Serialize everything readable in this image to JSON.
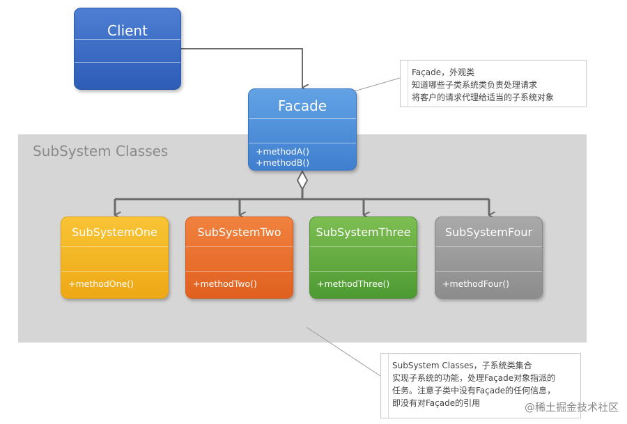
{
  "area": {
    "title": "SubSystem Classes"
  },
  "client": {
    "name": "Client"
  },
  "facade": {
    "name": "Facade",
    "methods": [
      "+methodA()",
      "+methodB()"
    ]
  },
  "subsystems": [
    {
      "name": "SubSystemOne",
      "method": "+methodOne()",
      "color": "#f2b623"
    },
    {
      "name": "SubSystemTwo",
      "method": "+methodTwo()",
      "color": "#ea7230"
    },
    {
      "name": "SubSystemThree",
      "method": "+methodThree()",
      "color": "#63ad41"
    },
    {
      "name": "SubSystemFour",
      "method": "+methodFour()",
      "color": "#999999"
    }
  ],
  "notes": {
    "facade": [
      "Façade，外观类",
      "知道哪些子类系统类负责处理请求",
      "将客户的请求代理给适当的子系统对象"
    ],
    "subsystem": [
      "SubSystem Classes，子系统类集合",
      "实现子系统的功能，处理Façade对象指派的",
      "任务。注意子类中没有Façade的任何信息，",
      "即没有对Façade的引用"
    ]
  },
  "watermark": "@稀土掘金技术社区",
  "colors": {
    "connector": "#6a6a6a",
    "area": "#d6d6d6"
  }
}
